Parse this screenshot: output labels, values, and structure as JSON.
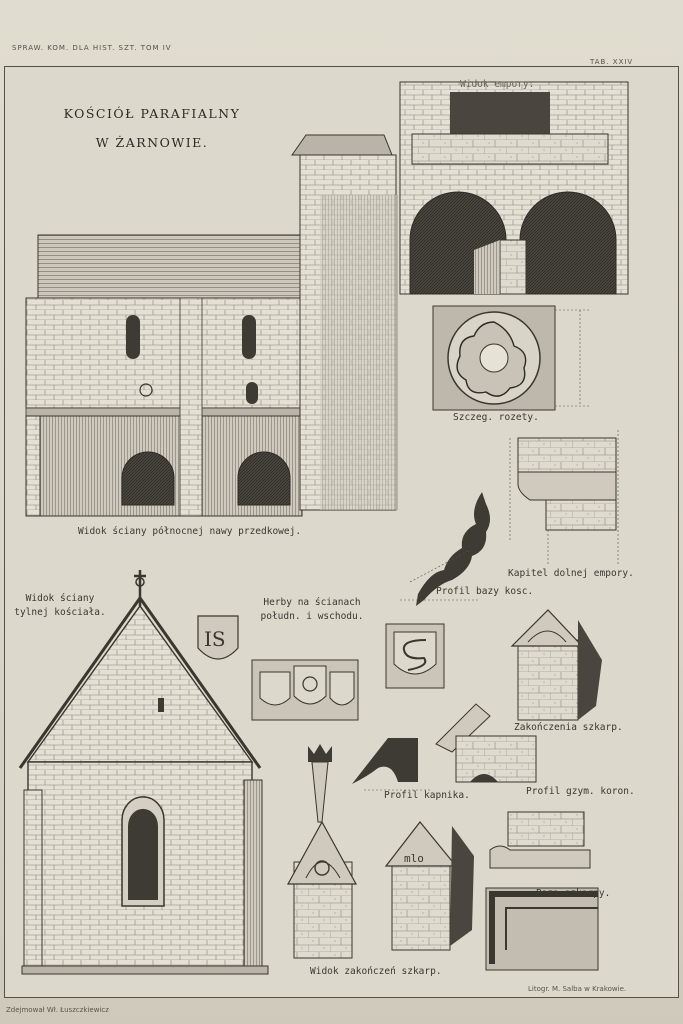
{
  "header": {
    "series": "SPRAW. KOM. DLA HIST. SZT. TOM IV",
    "plate_no": "TAB. XXIV"
  },
  "title": {
    "line1": "KOŚCIÓŁ PARAFIALNY",
    "line2": "W ŻARNOWIE."
  },
  "captions": {
    "north_wall": "Widok ściany północnej nawy przedkowej.",
    "gallery_view": "Widok empory.",
    "rosette": "Szczeg. rozety.",
    "capital": "Kapitel dolnej empory.",
    "base_profile": "Profil bazy kosc.",
    "rear_wall_l1": "Widok ściany",
    "rear_wall_l2": "tylnej kościała.",
    "coats_l1": "Herby na ścianach",
    "coats_l2": "połudn. i wschodu.",
    "buttress_ends": "Zakończenia szkarp.",
    "drip_profile": "Profil kapnika.",
    "cornice_profile": "Profil gzym. koron.",
    "buttress_end_view": "Widok zakończeń szkarp.",
    "buttress_base": "Baza szkarpy."
  },
  "footer": {
    "left": "Zdejmował Wł. Łuszczkiewicz",
    "right": "Litogr. M. Salba w Krakowie."
  },
  "colors": {
    "paper": "#dcd8cb",
    "ink": "#3a3630"
  }
}
